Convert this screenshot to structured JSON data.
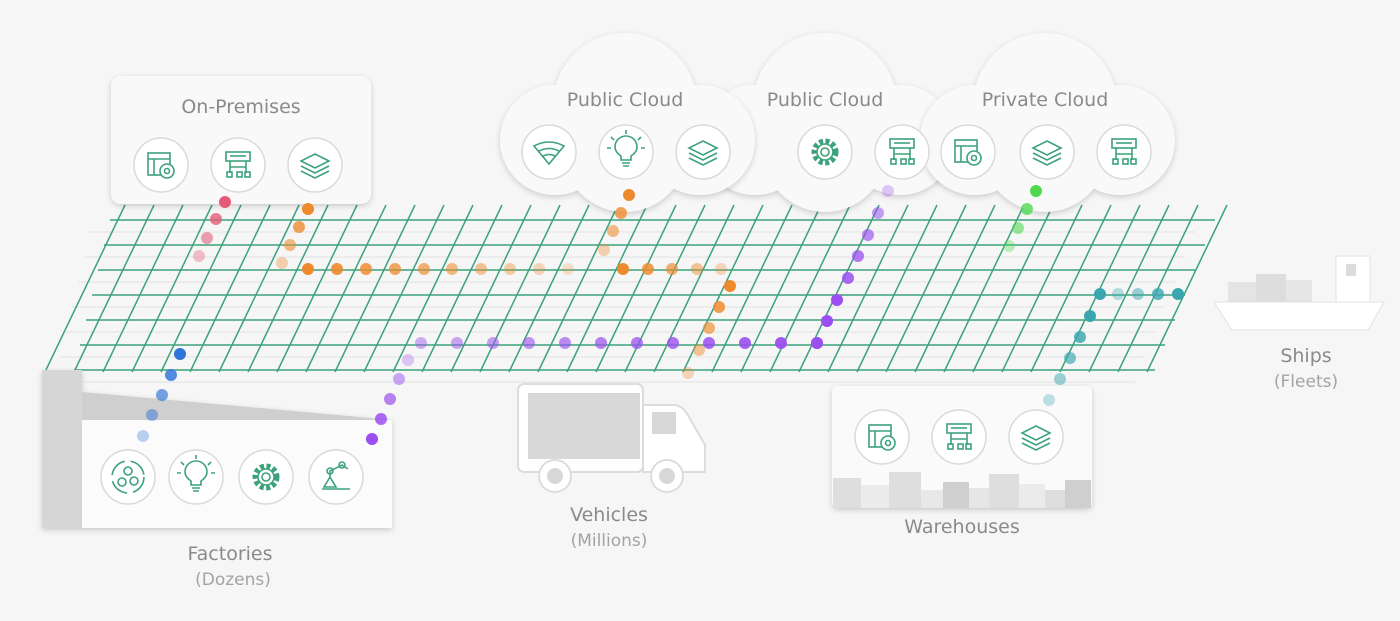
{
  "locations": {
    "on_premises": {
      "title": "On-Premises",
      "icons": [
        "settings-window-icon",
        "network-hierarchy-icon",
        "layers-icon"
      ]
    },
    "public_cloud_1": {
      "title": "Public Cloud",
      "icons": [
        "funnel-icon",
        "lightbulb-icon",
        "layers-icon"
      ]
    },
    "public_cloud_2": {
      "title": "Public Cloud",
      "icons": [
        "settings-window-icon",
        "gear-icon",
        "network-hierarchy-icon"
      ]
    },
    "private_cloud": {
      "title": "Private Cloud",
      "icons": [
        "settings-window-icon",
        "layers-icon",
        "network-hierarchy-icon"
      ]
    },
    "factories": {
      "title": "Factories",
      "subtitle": "(Dozens)",
      "icons": [
        "gears-cycle-icon",
        "lightbulb-icon",
        "gear-icon",
        "robot-arm-icon"
      ]
    },
    "vehicles": {
      "title": "Vehicles",
      "subtitle": "(Millions)"
    },
    "warehouses": {
      "title": "Warehouses",
      "icons": [
        "settings-window-icon",
        "network-hierarchy-icon",
        "layers-icon"
      ]
    },
    "ships": {
      "title": "Ships",
      "subtitle": "(Fleets)"
    }
  },
  "colors": {
    "grid": "#3da27c",
    "icon": "#3da27c",
    "red": "#e45a78",
    "orange": "#ee8a2e",
    "purple": "#9b4ff0",
    "green": "#4fd94f",
    "teal": "#3aa6b0",
    "blue": "#2f74d8"
  }
}
